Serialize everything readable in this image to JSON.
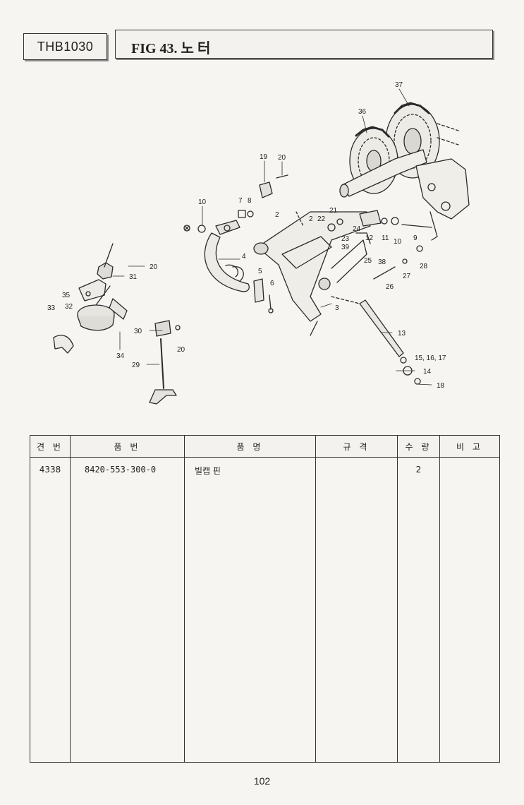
{
  "header": {
    "model": "THB1030",
    "figure_title": "FIG 43. 노 터"
  },
  "callouts": [
    "37",
    "36",
    "19",
    "20",
    "10",
    "7",
    "8",
    "2",
    "22",
    "21",
    "2",
    "24",
    "12",
    "11",
    "10",
    "9",
    "23",
    "39",
    "25",
    "38",
    "28",
    "27",
    "26",
    "4",
    "5",
    "6",
    "3",
    "13",
    "15, 16, 17",
    "14",
    "18",
    "20",
    "31",
    "35",
    "33",
    "32",
    "34",
    "30",
    "20",
    "29"
  ],
  "table": {
    "headers": {
      "no": "견 번",
      "part_no": "품 번",
      "part_name": "품 명",
      "spec": "규 격",
      "qty": "수 량",
      "remarks": "비 고"
    },
    "rows": [
      {
        "no": "4338",
        "part_no": "8420-553-300-0",
        "part_name": "빌캡 핀",
        "spec": "",
        "qty": "2",
        "remarks": ""
      }
    ]
  },
  "page_number": "102"
}
